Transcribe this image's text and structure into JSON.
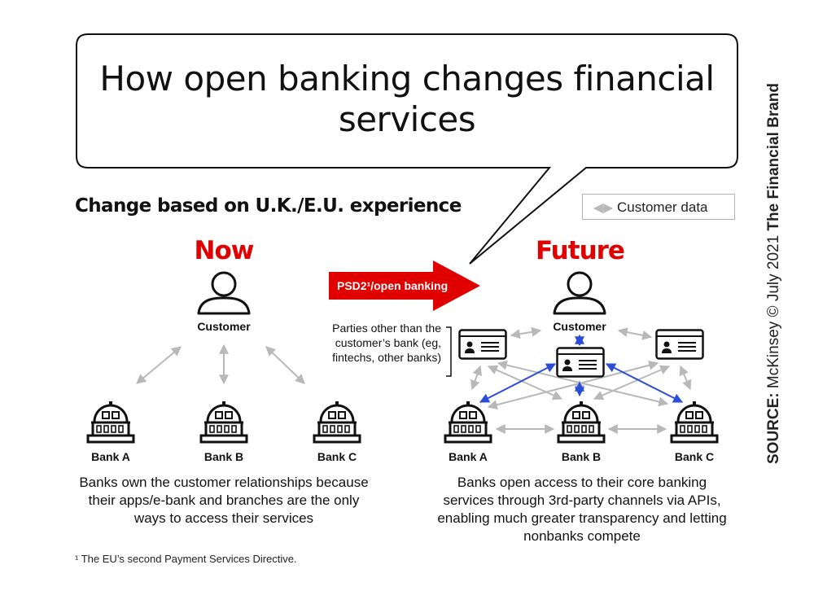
{
  "title": "How open banking changes financial services",
  "subtitle": "Change based on U.K./E.U. experience",
  "legend": {
    "label": "Customer data"
  },
  "now": {
    "header": "Now",
    "customer_label": "Customer",
    "banks": [
      "Bank A",
      "Bank B",
      "Bank C"
    ],
    "description": "Banks own the customer relationships because their apps/e-bank and branches are the only ways to access their services"
  },
  "transition": {
    "label": "PSD2¹/open banking"
  },
  "future": {
    "header": "Future",
    "customer_label": "Customer",
    "parties_label": "Parties other than the customer’s bank (eg, fintechs, other banks)",
    "banks": [
      "Bank A",
      "Bank B",
      "Bank C"
    ],
    "description": "Banks open access to their core banking services through 3rd-party channels via APIs, enabling much greater transparency and letting nonbanks compete"
  },
  "footnote": "¹ The EU’s second Payment Services Directive.",
  "source": {
    "prefix": "SOURCE:",
    "text": "McKinsey © July 2021",
    "brand": "The Financial Brand"
  },
  "colors": {
    "accent_red": "#e00000",
    "api_blue": "#2a4fd6",
    "data_gray": "#b8b8b8"
  },
  "icons": [
    "person-icon",
    "bank-building-icon",
    "id-card-icon",
    "double-arrow-icon",
    "speech-bubble"
  ]
}
